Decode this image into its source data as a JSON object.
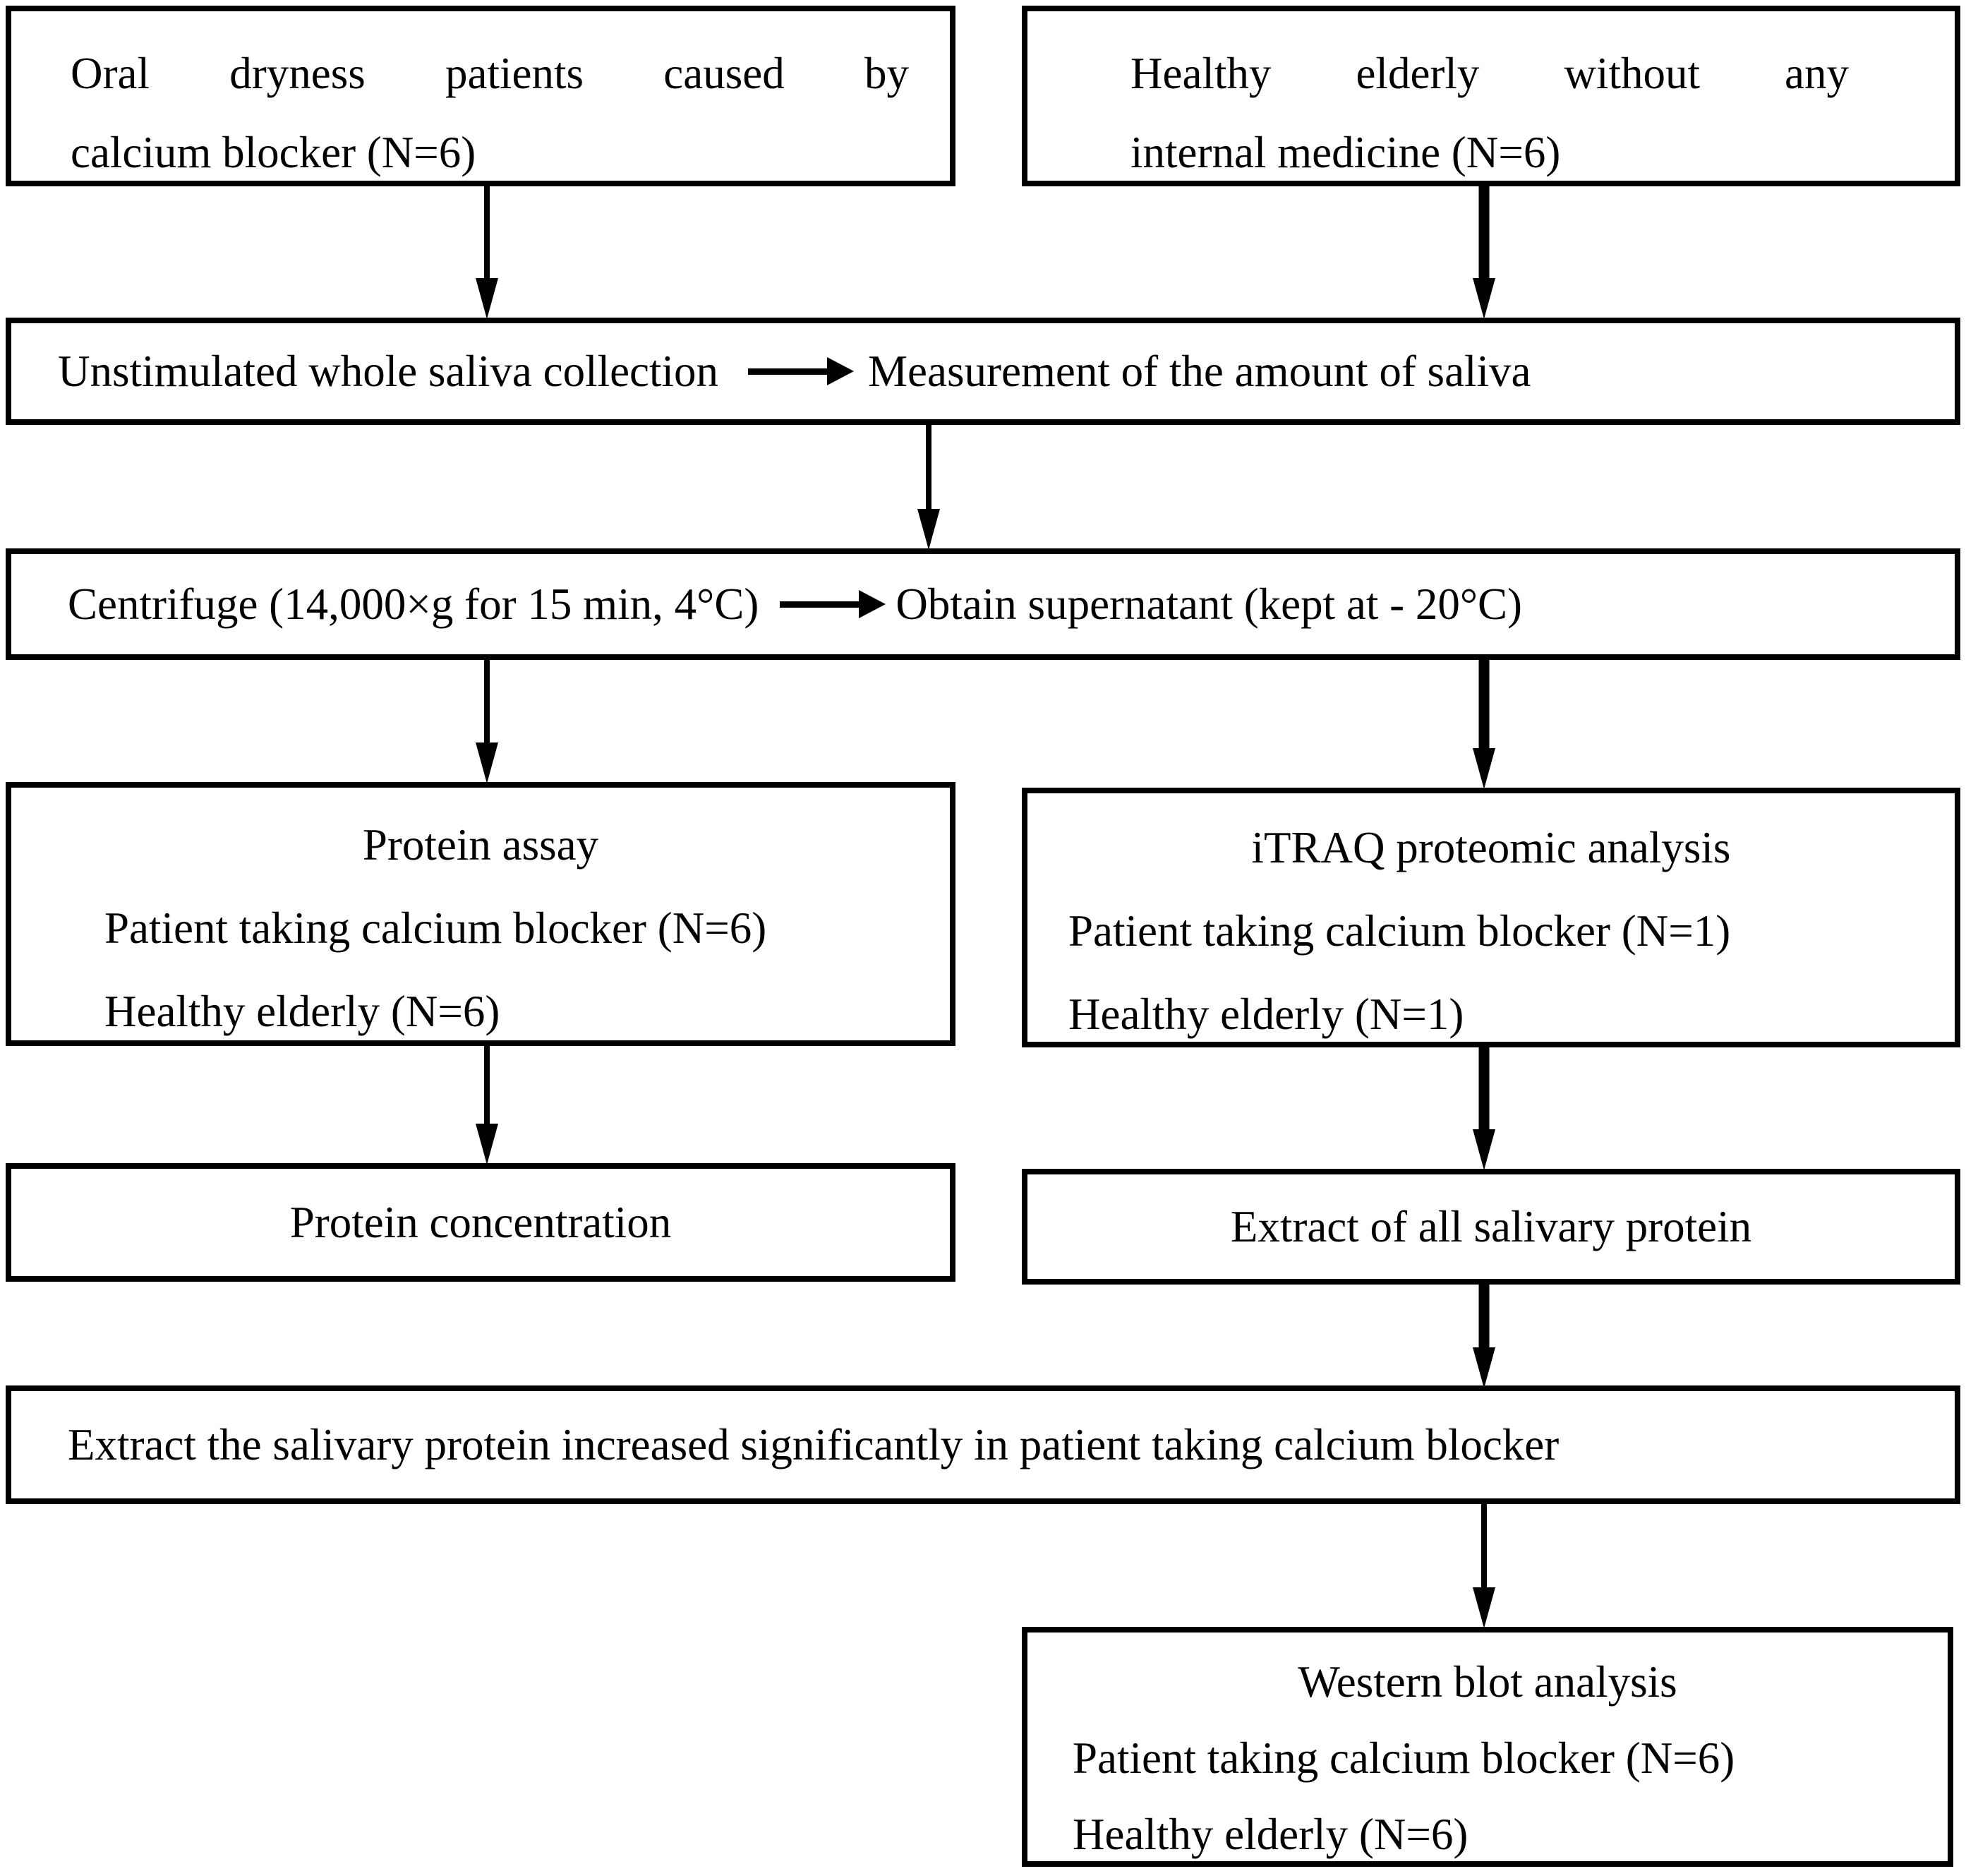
{
  "figure": {
    "background_color": "#ffffff",
    "line_color": "#000000",
    "boxes": {
      "oral": {
        "lines": [
          "Oral dryness patients caused by",
          "calcium blocker (N=6)"
        ]
      },
      "healthy": {
        "lines": [
          "Healthy elderly without any",
          "internal medicine (N=6)"
        ]
      },
      "collection": {
        "left": "Unstimulated whole saliva collection",
        "right": "Measurement of the amount of saliva"
      },
      "centrifuge": {
        "left": "Centrifuge (14,000×g for 15 min, 4°C)",
        "right": "Obtain supernatant (kept at - 20°C)"
      },
      "protein_assay": {
        "lines": [
          "Protein assay",
          "Patient taking calcium blocker (N=6)",
          "Healthy elderly (N=6)"
        ]
      },
      "itraq": {
        "lines": [
          "iTRAQ proteomic analysis",
          "Patient taking calcium blocker (N=1)",
          "Healthy elderly (N=1)"
        ]
      },
      "protein_concentration": {
        "text": "Protein concentration"
      },
      "extract_all": {
        "text": "Extract of all salivary protein"
      },
      "extract_significant": {
        "text": "Extract the salivary protein increased significantly in patient taking calcium blocker"
      },
      "western": {
        "lines": [
          "Western blot analysis",
          "Patient taking calcium blocker (N=6)",
          "Healthy elderly (N=6)"
        ]
      }
    }
  }
}
